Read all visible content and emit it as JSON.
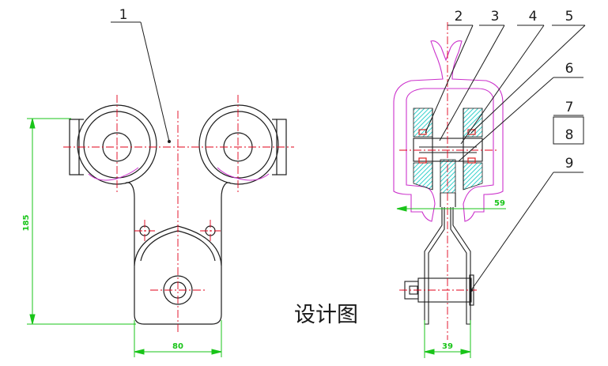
{
  "caption": "设计图",
  "part_numbers": [
    "1",
    "2",
    "3",
    "4",
    "5",
    "6",
    "7",
    "8",
    "9"
  ],
  "dimensions": {
    "height_left": "185",
    "width_left": "80",
    "width_right": "39",
    "rail_width": "59"
  },
  "colors": {
    "outline": "#1c1c1c",
    "centerline": "#e0001a",
    "dimension": "#19c419",
    "rail": "#cc33cc",
    "hatch": "#34d0cc",
    "bearing": "#dd2222"
  }
}
